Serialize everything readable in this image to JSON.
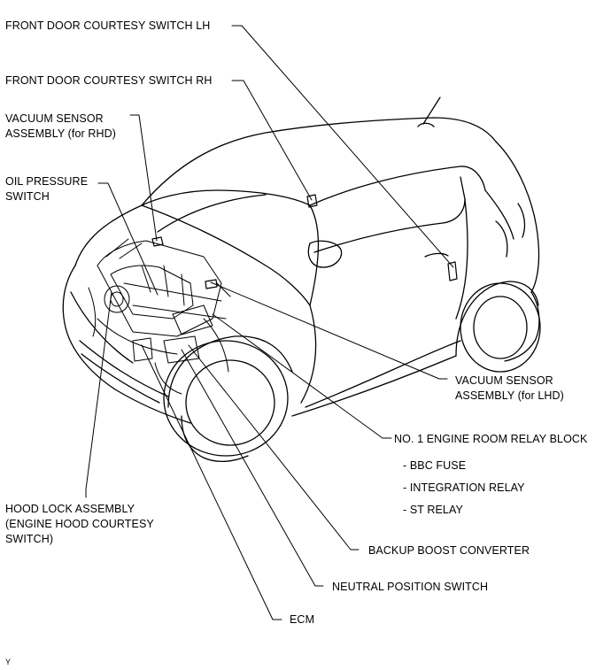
{
  "labels": {
    "front_door_courtesy_switch_lh": "FRONT DOOR COURTESY SWITCH LH",
    "front_door_courtesy_switch_rh": "FRONT DOOR COURTESY SWITCH RH",
    "vacuum_sensor_rhd": [
      "VACUUM SENSOR",
      "ASSEMBLY (for RHD)"
    ],
    "oil_pressure_switch": [
      "OIL PRESSURE",
      "SWITCH"
    ],
    "vacuum_sensor_lhd": [
      "VACUUM SENSOR",
      "ASSEMBLY (for LHD)"
    ],
    "no1_engine_room_relay_block": "NO. 1 ENGINE ROOM RELAY BLOCK",
    "relay_block_items": [
      "- BBC FUSE",
      "- INTEGRATION RELAY",
      "- ST RELAY"
    ],
    "hood_lock_assembly": [
      "HOOD LOCK ASSEMBLY",
      "(ENGINE HOOD COURTESY",
      "SWITCH)"
    ],
    "backup_boost_converter": "BACKUP BOOST CONVERTER",
    "neutral_position_switch": "NEUTRAL POSITION SWITCH",
    "ecm": "ECM"
  },
  "figure_mark": "Y"
}
